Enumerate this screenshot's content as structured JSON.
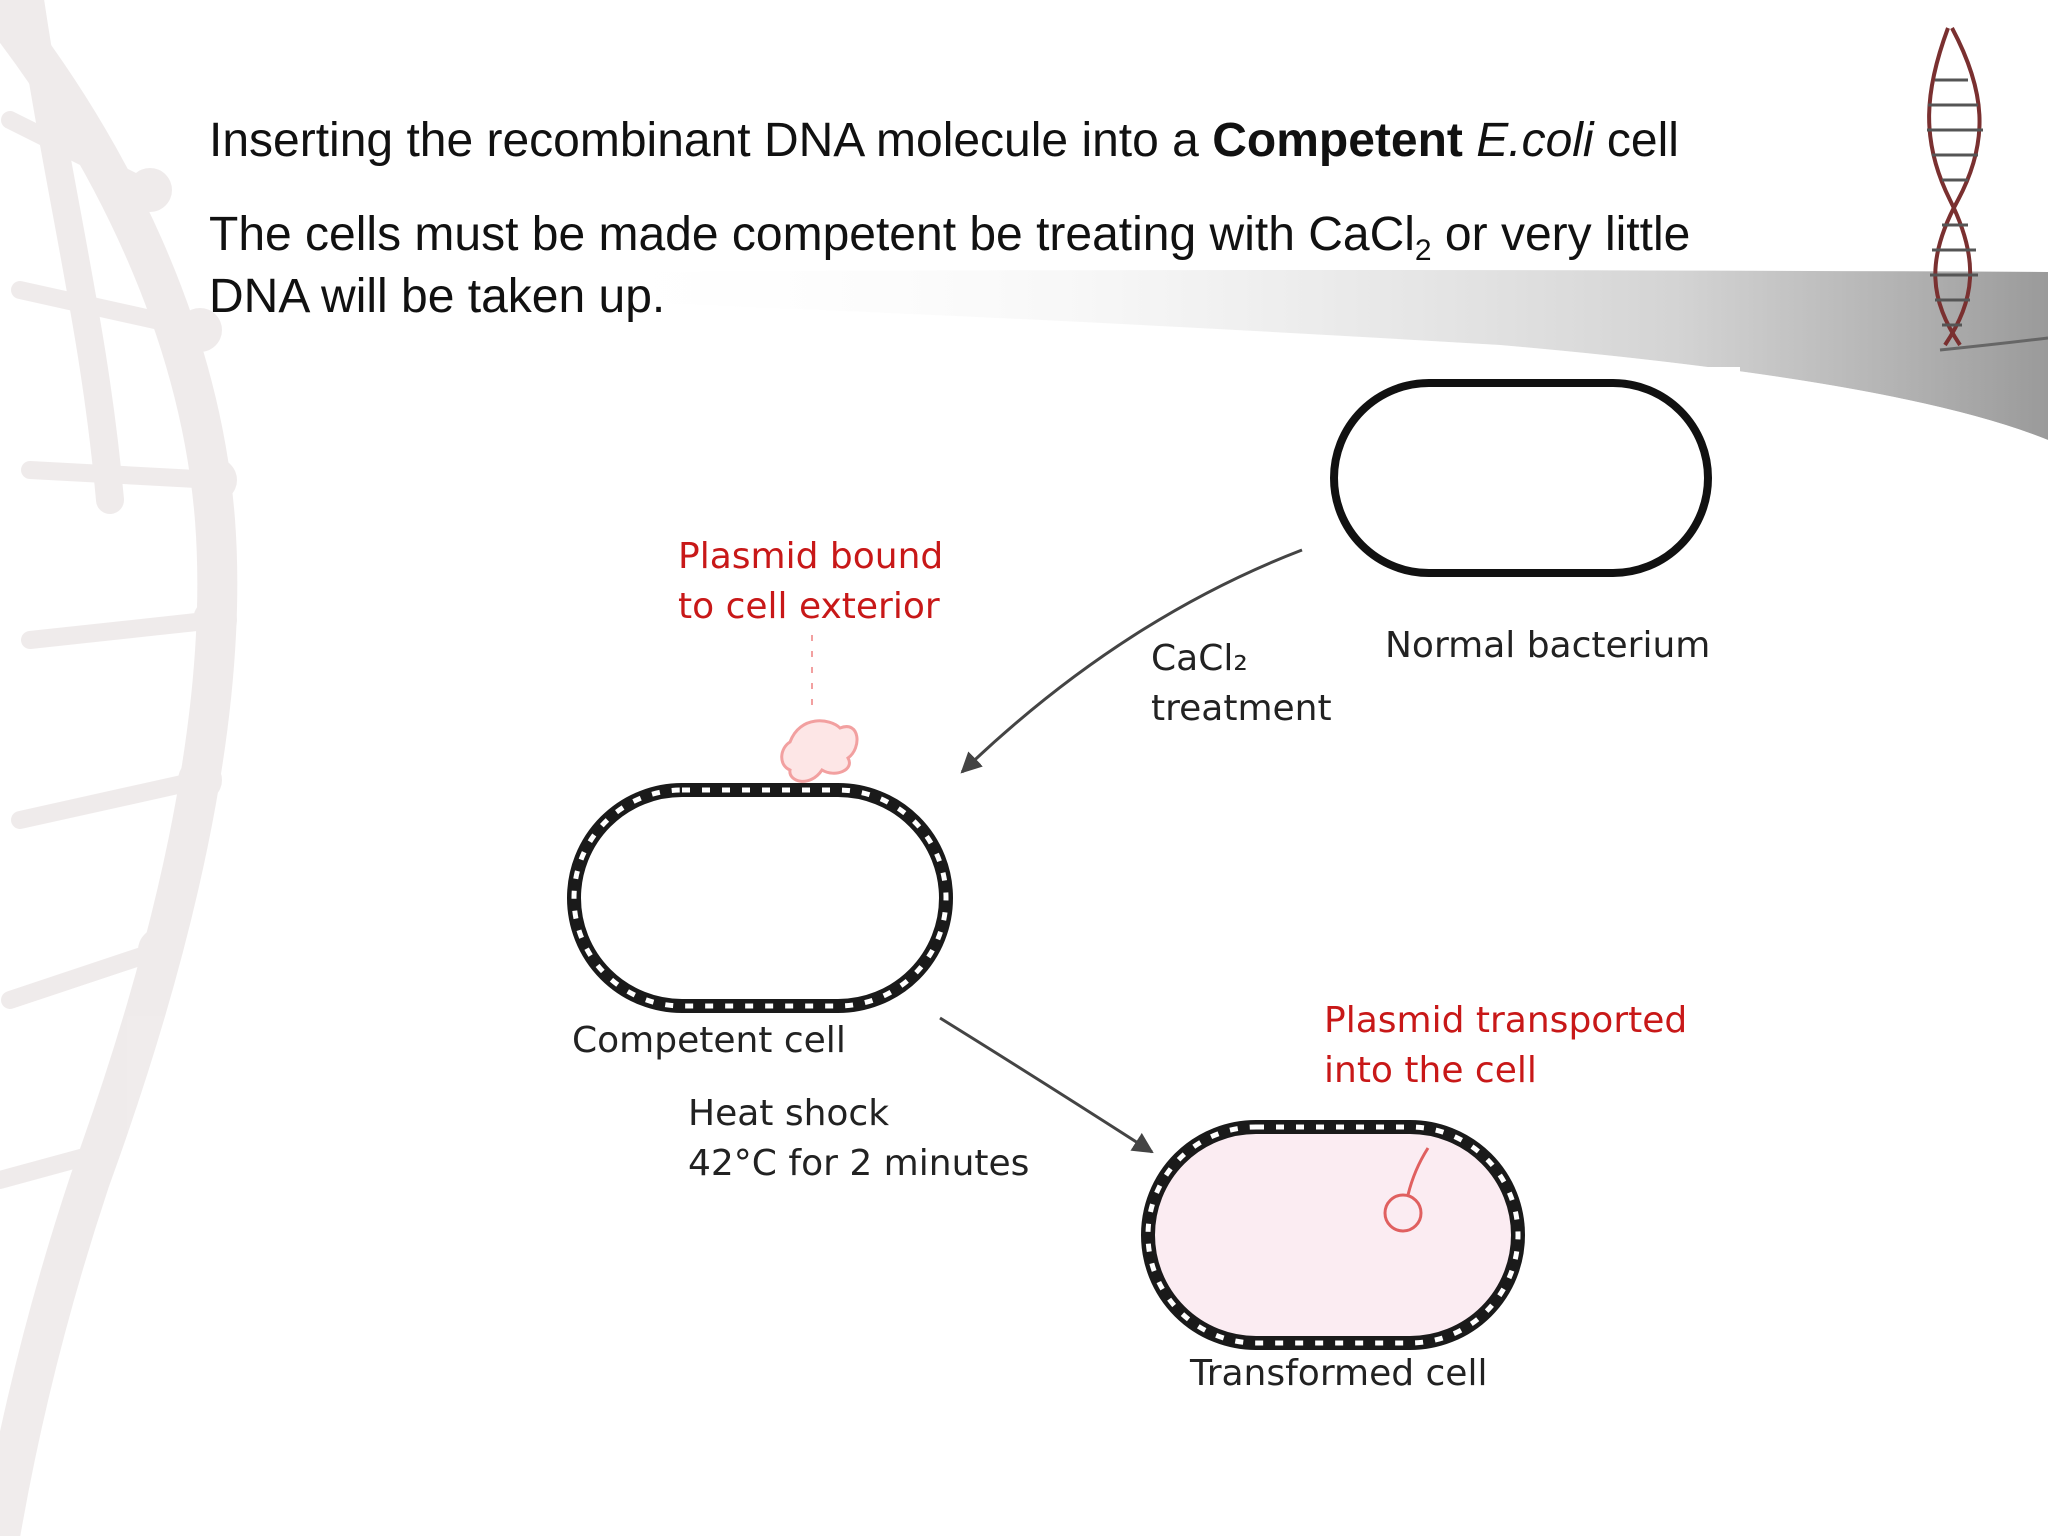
{
  "slide": {
    "line1": {
      "pre": "Inserting the recombinant DNA molecule into a ",
      "bold": "Competent",
      "italic": "E.coli",
      "post": " cell"
    },
    "line2": {
      "pre": "The cells must be made competent be treating with CaCl",
      "sub": "2",
      "post": " or very little"
    },
    "line3": "DNA will be taken up."
  },
  "diagram": {
    "normal_label": "Normal bacterium",
    "treatment_label_1": "CaCl₂",
    "treatment_label_2": "treatment",
    "plasmid_bound_1": "Plasmid bound",
    "plasmid_bound_2": "to cell exterior",
    "competent_label": "Competent cell",
    "heat_shock_1": "Heat shock",
    "heat_shock_2": "42°C for 2 minutes",
    "plasmid_transported_1": "Plasmid transported",
    "plasmid_transported_2": "into the cell",
    "transformed_label": "Transformed cell"
  },
  "colors": {
    "label_dark": "#222222",
    "label_red": "#c81818",
    "plasmid_pink": "#f2a0a0",
    "cell_fill_transformed": "#fbecf2"
  },
  "icons": [
    "dna-helix-icon",
    "dna-ladder-background"
  ]
}
